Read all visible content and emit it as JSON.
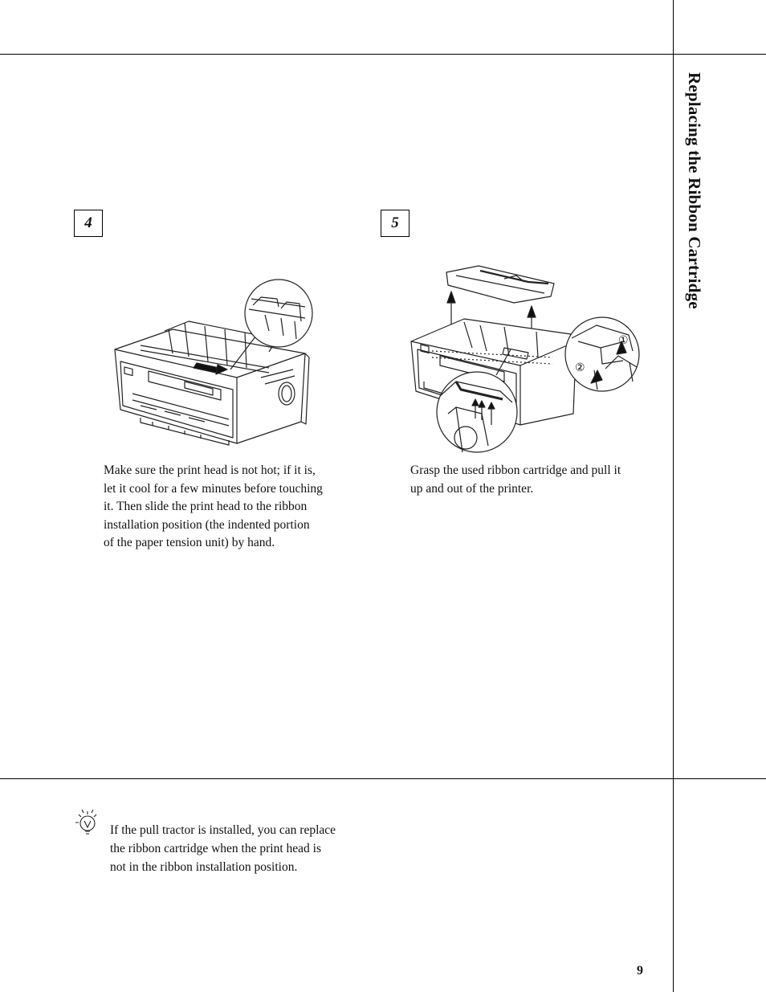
{
  "section_title": "Replacing the Ribbon Cartridge",
  "steps": [
    {
      "number": "4",
      "lines": [
        "Make sure the print head is not hot; if it is,",
        "let it cool for a few minutes before touching",
        "it. Then slide the print head to the ribbon",
        "installation position (the indented portion",
        "of the paper tension unit) by hand."
      ],
      "illustration": "printer-print-head-slide-illustration"
    },
    {
      "number": "5",
      "lines": [
        "Grasp the used ribbon cartridge and pull it",
        "up and out of the printer."
      ],
      "illustration": "printer-ribbon-removal-illustration",
      "callouts": [
        "①",
        "②"
      ]
    }
  ],
  "tip": {
    "icon": "lightbulb-icon",
    "lines": [
      "If the pull tractor is installed, you can replace",
      "the ribbon cartridge when the print head is",
      "not in the ribbon installation position."
    ]
  },
  "page_number": "9"
}
